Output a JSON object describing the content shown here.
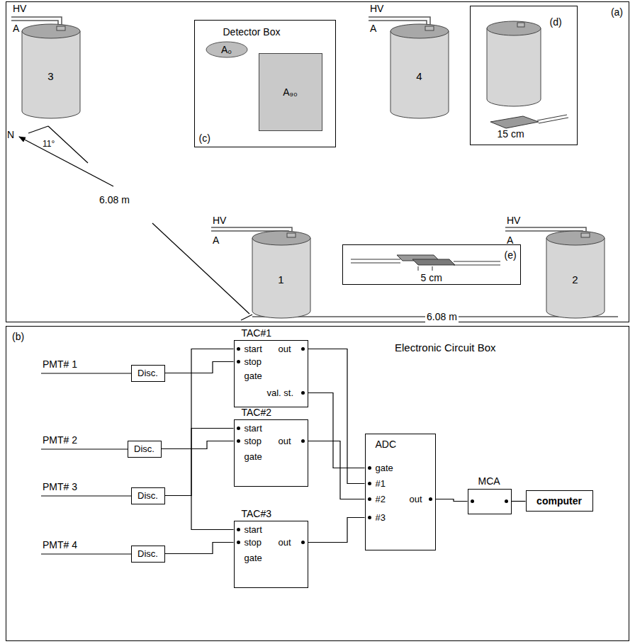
{
  "diagram": {
    "nodes": [
      {
        "text": [
          "(a)"
        ]
      },
      {
        "text": [
          "3"
        ],
        "in": 0
      },
      {
        "text": [
          "Detector Box",
          "(c)"
        ],
        "in": 0
      },
      {
        "text": [
          "A₀"
        ],
        "in": 2
      },
      {
        "text": [
          "A₉₀"
        ],
        "in": 2
      },
      {
        "text": [
          "4"
        ],
        "in": 0
      },
      {
        "text": [
          "(d)",
          "15 cm"
        ],
        "in": 0
      },
      {
        "text": [
          "1"
        ],
        "in": 0
      },
      {
        "text": [
          "(e)",
          "5 cm"
        ],
        "in": 0
      },
      {
        "text": [
          "2"
        ],
        "in": 0
      },
      {
        "text": [
          "(b)",
          "Electronic Circuit Box"
        ]
      },
      {
        "text": [
          "Disc."
        ],
        "in": 10
      },
      {
        "text": [
          "Disc."
        ],
        "in": 10
      },
      {
        "text": [
          "Disc."
        ],
        "in": 10
      },
      {
        "text": [
          "Disc."
        ],
        "in": 10
      },
      {
        "text": [
          "TAC#1",
          "start",
          "stop",
          "gate",
          "out",
          "val. st."
        ],
        "in": 10
      },
      {
        "text": [
          "TAC#2",
          "start",
          "stop",
          "gate",
          "out"
        ],
        "in": 10
      },
      {
        "text": [
          "TAC#3",
          "start",
          "stop",
          "gate",
          "out"
        ],
        "in": 10
      },
      {
        "text": [
          "ADC",
          "gate",
          "#1",
          "#2",
          "#3",
          "out"
        ],
        "in": 10
      },
      {
        "text": [
          "MCA"
        ],
        "in": 10
      },
      {
        "text": [
          "computer"
        ],
        "in": 10
      }
    ],
    "edges": [
      {
        "from": 11,
        "to": 15,
        "arrow": "none"
      },
      {
        "from": 12,
        "to": 16,
        "arrow": "none"
      },
      {
        "from": 13,
        "to": 15,
        "arrow": "none"
      },
      {
        "from": 13,
        "to": 16,
        "arrow": "none"
      },
      {
        "from": 13,
        "to": 17,
        "arrow": "none"
      },
      {
        "from": 14,
        "to": 17,
        "arrow": "none"
      },
      {
        "from": 15,
        "to": 18,
        "arrow": "none"
      },
      {
        "from": 15,
        "to": 18,
        "arrow": "none"
      },
      {
        "from": 16,
        "to": 18,
        "arrow": "none"
      },
      {
        "from": 17,
        "to": 18,
        "arrow": "none"
      },
      {
        "from": 18,
        "to": 19,
        "arrow": "none"
      },
      {
        "from": 19,
        "to": 20,
        "arrow": "none"
      }
    ],
    "labels": [
      "HV",
      "A",
      "HV",
      "A",
      "HV",
      "A",
      "HV",
      "A",
      "N",
      "11°",
      "6.08 m",
      "6.08 m",
      "PMT# 1",
      "PMT# 2",
      "PMT# 3",
      "PMT# 4"
    ]
  }
}
